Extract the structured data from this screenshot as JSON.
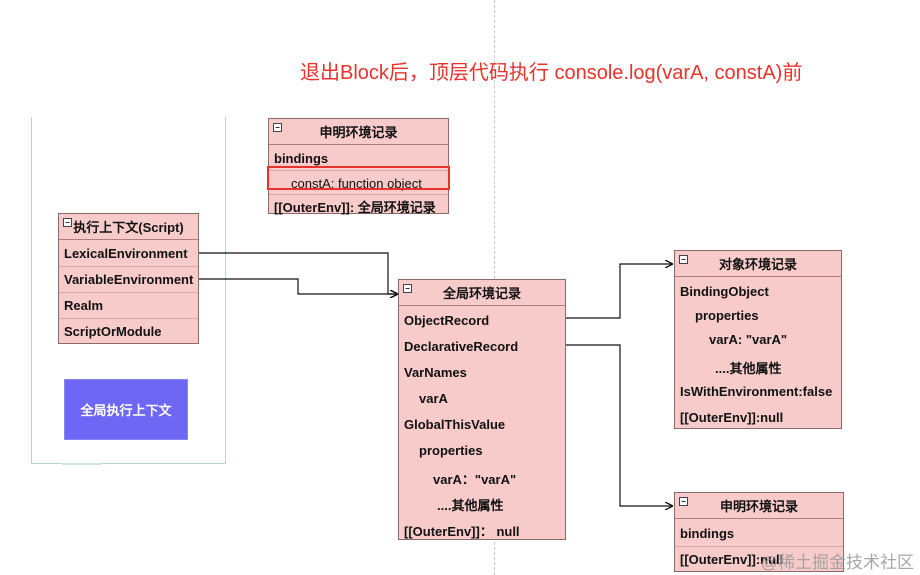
{
  "title": "退出Block后，顶层代码执行 console.log(varA, constA)前",
  "declarative_record_top": {
    "header": "申明环境记录",
    "rows": [
      "bindings",
      "constA: function object",
      "[[OuterEnv]]: 全局环境记录"
    ]
  },
  "execution_context": {
    "header": "执行上下文(Script)",
    "rows": [
      "LexicalEnvironment",
      "VariableEnvironment",
      "Realm",
      "ScriptOrModule"
    ]
  },
  "global_context_label": "全局执行上下文",
  "global_record": {
    "header": "全局环境记录",
    "rows": [
      "ObjectRecord",
      "DeclarativeRecord",
      "VarNames",
      "varA",
      "GlobalThisValue",
      "properties",
      "varA：\"varA\"",
      "....其他属性",
      "[[OuterEnv]]：  null"
    ]
  },
  "object_record": {
    "header": "对象环境记录",
    "rows": [
      "BindingObject",
      "properties",
      "varA: \"varA\"",
      "....其他属性",
      "IsWithEnvironment:false",
      "[[OuterEnv]]:null"
    ]
  },
  "declarative_record_bottom": {
    "header": "申明环境记录",
    "rows": [
      "bindings",
      "[[OuterEnv]]:null"
    ]
  },
  "watermark": "@稀土掘金技术社区",
  "colors": {
    "title": "#e8322b",
    "box_fill": "#f8cbcb",
    "highlight": "#e8322b",
    "badge": "#6e66f5"
  }
}
